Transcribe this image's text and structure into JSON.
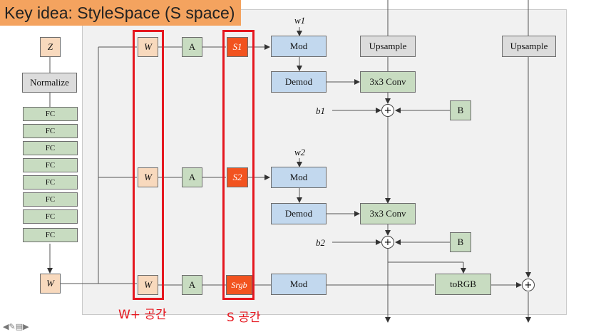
{
  "banner": {
    "title": "Key idea: StyleSpace (S space)"
  },
  "mapping": {
    "z": "Z",
    "normalize": "Normalize",
    "fc_layers": [
      "FC",
      "FC",
      "FC",
      "FC",
      "FC",
      "FC",
      "FC",
      "FC"
    ],
    "w": "W"
  },
  "wplus": {
    "items": [
      "W",
      "W",
      "W"
    ],
    "label": "W+ 공간"
  },
  "affine": {
    "items": [
      "A",
      "A",
      "A"
    ]
  },
  "sspace": {
    "items": [
      "S1",
      "S2",
      "Srgb"
    ],
    "label": "S 공간"
  },
  "synthesis": {
    "w1": "w1",
    "w2": "w2",
    "mod": "Mod",
    "demod": "Demod",
    "conv": "3x3 Conv",
    "upsample": "Upsample",
    "b1": "b1",
    "b2": "b2",
    "noise": "B",
    "torgb": "toRGB",
    "plus": "+"
  },
  "colors": {
    "banner": "#f4a35f",
    "highlight_frame": "#e5171f",
    "style_box": "#f2531f",
    "mod_box": "#c2d8ee",
    "affine_box": "#c8dcc1",
    "latent_box": "#f8d9bd"
  },
  "toolbar": {
    "icons": [
      "back-arrow-icon",
      "pen-icon",
      "screen-icon",
      "forward-arrow-icon"
    ]
  }
}
